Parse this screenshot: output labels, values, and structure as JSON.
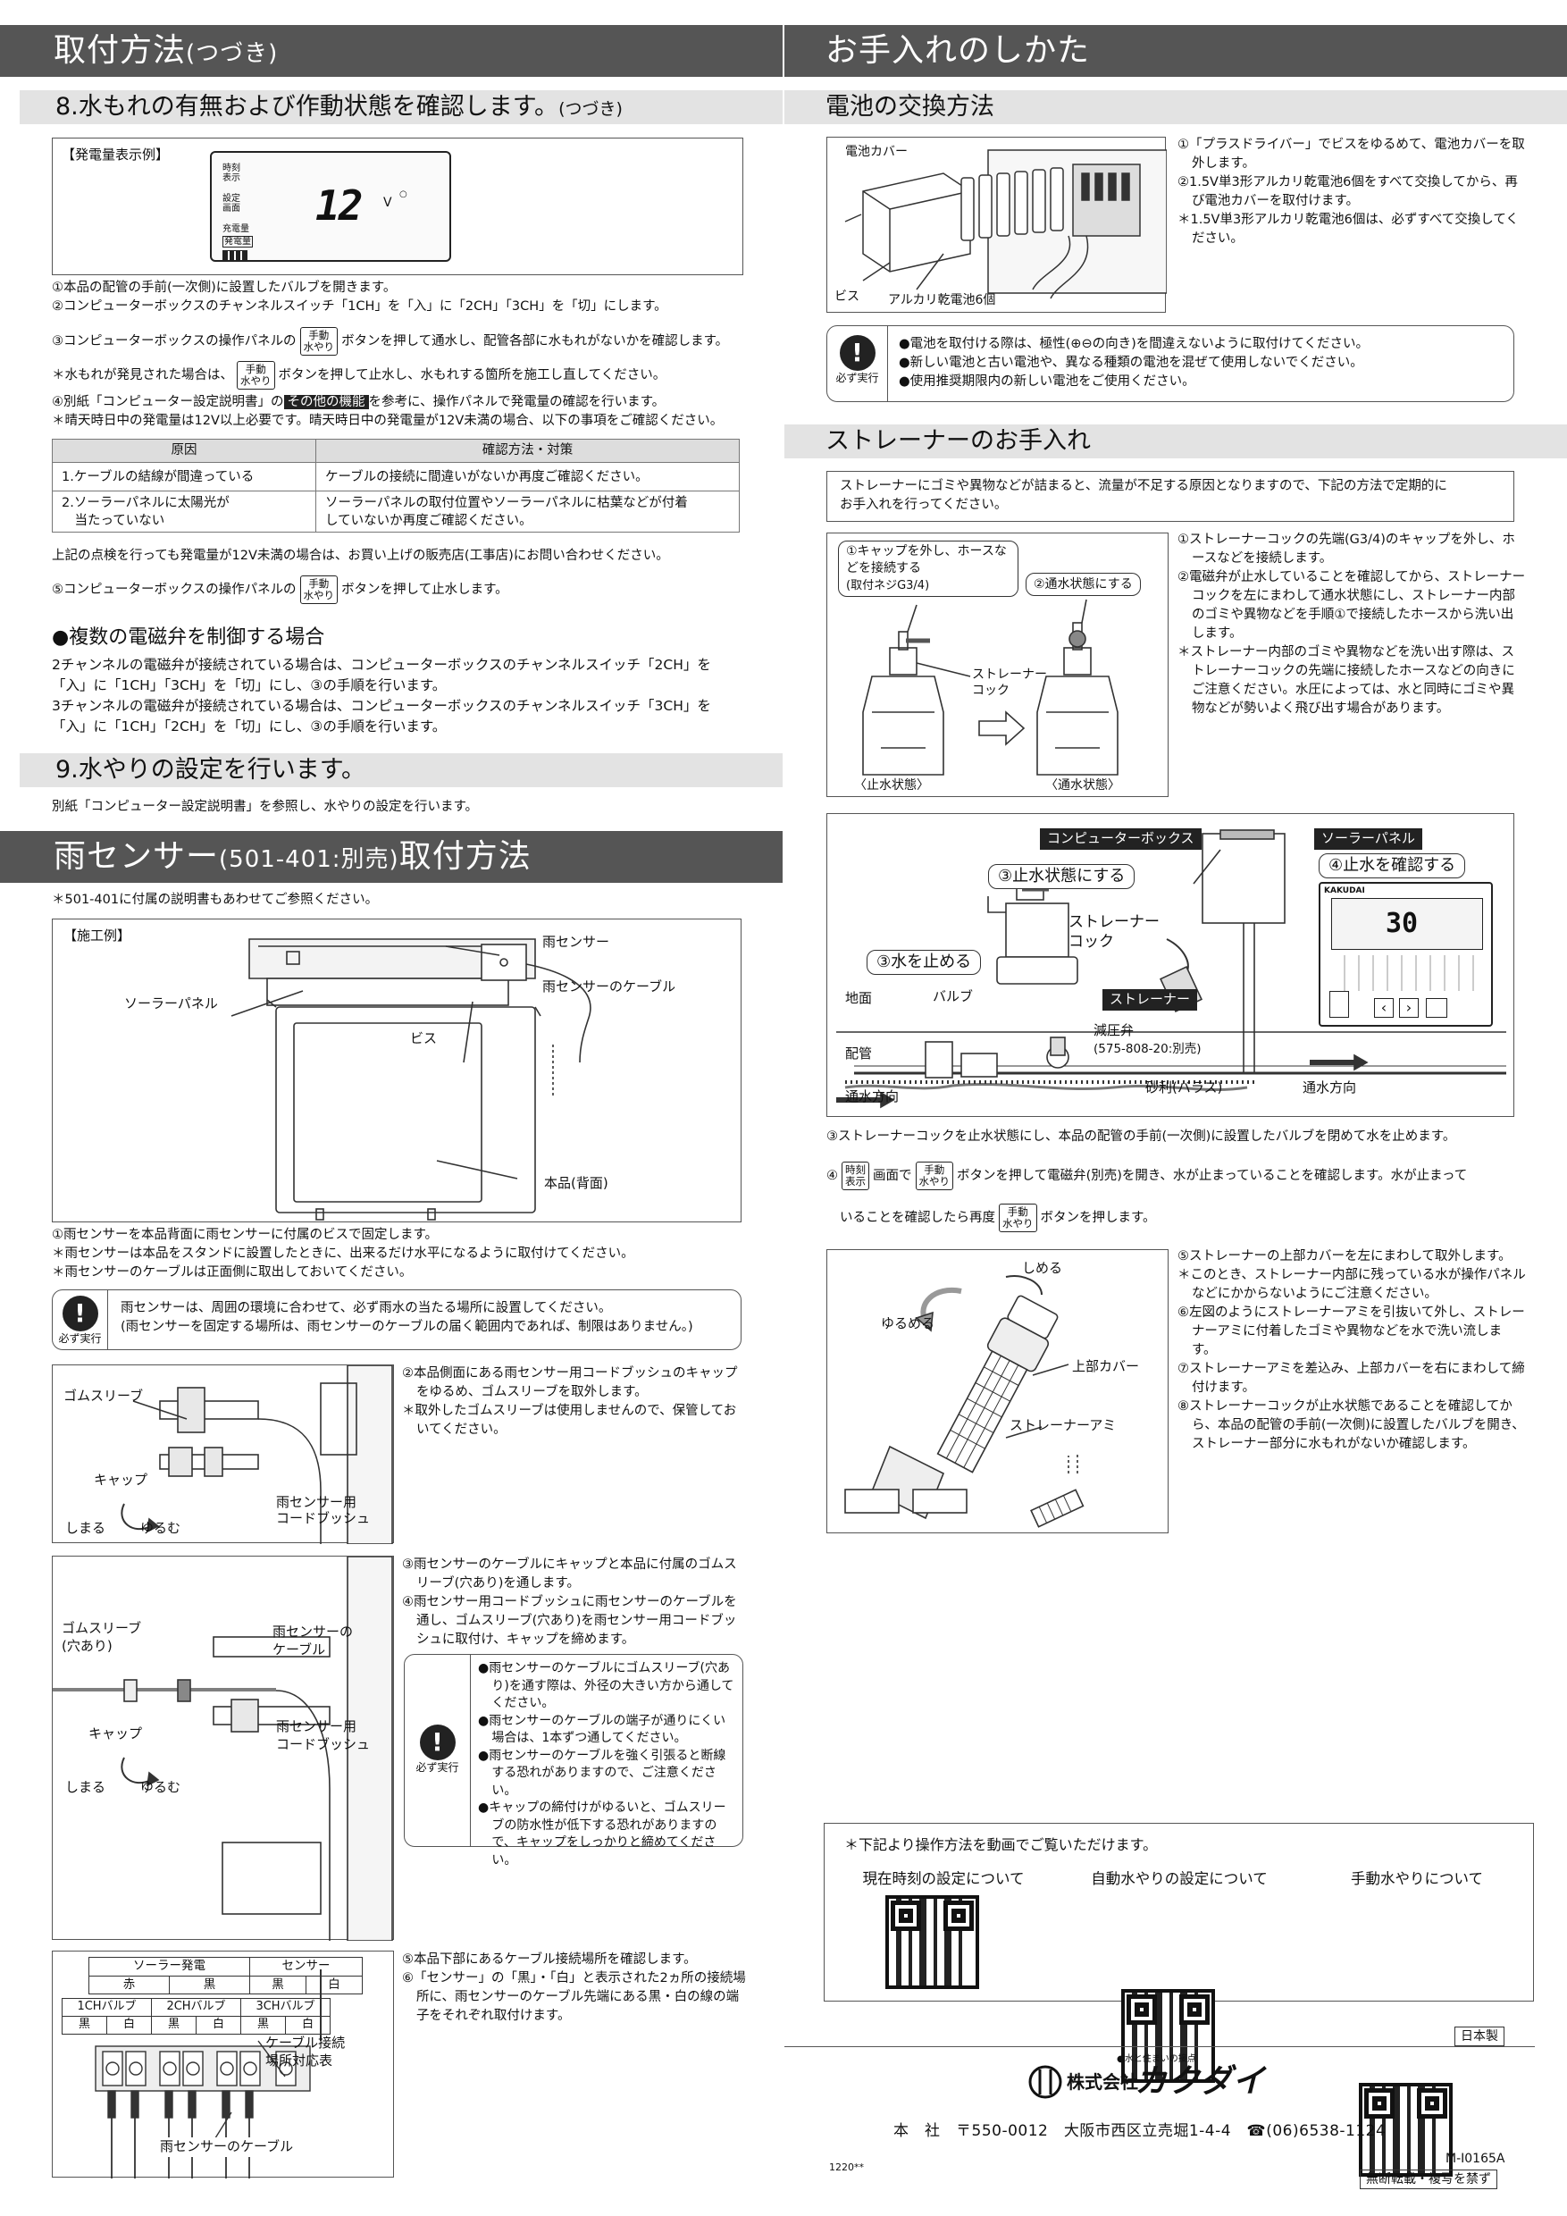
{
  "left": {
    "title": "取付方法",
    "title_sub": "(つづき)",
    "s8": {
      "heading": "8.水もれの有無および作動状態を確認します。",
      "heading_sub": "(つづき)",
      "example_label": "【発電量表示例】",
      "lcd": {
        "jikoku": "時刻",
        "hyouji": "表示",
        "settei": "設定",
        "gamen": "画面",
        "juuden": "充電量",
        "hatsuden": "発電量",
        "value": "12",
        "unit": "V"
      },
      "l1": "①本品の配管の手前(一次側)に設置したバルブを開きます。",
      "l2": "②コンピューターボックスのチャンネルスイッチ「1CH」を「入」に「2CH」「3CH」を「切」にします。",
      "l3a": "③コンピューターボックスの操作パネルの",
      "l3b": "ボタンを押して通水し、配管各部に水もれがないかを確認します。",
      "l4a": "＊水もれが発見された場合は、",
      "l4b": "ボタンを押して止水し、水もれする箇所を施工し直してください。",
      "l5a": "④別紙「コンピューター設定説明書」の",
      "l5hl": "その他の機能",
      "l5b": "を参考に、操作パネルで発電量の確認を行います。",
      "l6": "＊晴天時日中の発電量は12V以上必要です。晴天時日中の発電量が12V未満の場合、以下の事項をご確認ください。",
      "table": {
        "h1": "原因",
        "h2": "確認方法・対策",
        "r1c1": "1.ケーブルの結線が間違っている",
        "r1c2": "ケーブルの接続に間違いがないか再度ご確認ください。",
        "r2c1a": "2.ソーラーパネルに太陽光が",
        "r2c1b": "当たっていない",
        "r2c2a": "ソーラーパネルの取付位置やソーラーパネルに枯葉などが付着",
        "r2c2b": "していないか再度ご確認ください。"
      },
      "l7": "上記の点検を行っても発電量が12V未満の場合は、お買い上げの販売店(工事店)にお問い合わせください。",
      "l8a": "⑤コンピューターボックスの操作パネルの",
      "l8b": "ボタンを押して止水します。",
      "multi_heading": "●複数の電磁弁を制御する場合",
      "m1": "2チャンネルの電磁弁が接続されている場合は、コンピューターボックスのチャンネルスイッチ「2CH」を",
      "m2": "「入」に「1CH」「3CH」を「切」にし、③の手順を行います。",
      "m3": "3チャンネルの電磁弁が接続されている場合は、コンピューターボックスのチャンネルスイッチ「3CH」を",
      "m4": "「入」に「1CH」「2CH」を「切」にし、③の手順を行います。"
    },
    "s9": {
      "heading": "9.水やりの設定を行います。",
      "text": "別紙「コンピューター設定説明書」を参照し、水やりの設定を行います。"
    },
    "rain": {
      "title": "雨センサー",
      "title_sub": "(501-401:別売)",
      "title_end": "取付方法",
      "note": "＊501-401に付属の説明書もあわせてご参照ください。",
      "example_label": "【施工例】",
      "d_rain": "雨センサー",
      "d_cable": "雨センサーのケーブル",
      "d_solar": "ソーラーパネル",
      "d_screw": "ビス",
      "d_body": "本品(背面)",
      "i1": "①雨センサーを本品背面に雨センサーに付属のビスで固定します。",
      "i2": "＊雨センサーは本品をスタンドに設置したときに、出来るだけ水平になるように取付けてください。",
      "i3": "＊雨センサーのケーブルは正面側に取出しておいてください。",
      "warn_label": "必ず実行",
      "w1": "雨センサーは、周囲の環境に合わせて、必ず雨水の当たる場所に設置してください。",
      "w2": "(雨センサーを固定する場所は、雨センサーのケーブルの届く範囲内であれば、制限はありません。)",
      "fig2": {
        "gum": "ゴムスリーブ",
        "cap": "キャップ",
        "shimaru": "しまる",
        "yurumu": "ゆるむ",
        "bush1": "雨センサー用",
        "bush2": "コードブッシュ"
      },
      "s2": "②本品側面にある雨センサー用コードブッシュのキャップをゆるめ、ゴムスリーブを取外します。",
      "s2n": "＊取外したゴムスリーブは使用しませんので、保管しておいてください。",
      "fig3": {
        "gum1": "ゴムスリーブ",
        "gum2": "(穴あり)",
        "cable1": "雨センサーの",
        "cable2": "ケーブル",
        "bush1": "雨センサー用",
        "bush2": "コードブッシュ",
        "cap": "キャップ",
        "shimaru": "しまる",
        "yurumu": "ゆるむ"
      },
      "s3": "③雨センサーのケーブルにキャップと本品に付属のゴムスリーブ(穴あり)を通します。",
      "s4": "④雨センサー用コードブッシュに雨センサーのケーブルを通し、ゴムスリーブ(穴あり)を雨センサー用コードブッシュに取付け、キャップを締めます。",
      "warn2_label": "必ず実行",
      "w2_1": "●雨センサーのケーブルにゴムスリーブ(穴あり)を通す際は、外径の大きい方から通してください。",
      "w2_2": "●雨センサーのケーブルの端子が通りにくい場合は、1本ずつ通してください。",
      "w2_3": "●雨センサーのケーブルを強く引張ると断線する恐れがありますので、ご注意ください。",
      "w2_4": "●キャップの締付けがゆるいと、ゴムスリーブの防水性が低下する恐れがありますので、キャップをしっかりと締めてください。",
      "term": {
        "solar": "ソーラー発電",
        "sensor": "センサー",
        "aka": "赤",
        "kuro": "黒",
        "shiro": "白",
        "ch1": "1CHバルブ",
        "ch2": "2CHバルブ",
        "ch3": "3CHバルブ"
      },
      "term_lbl1": "ケーブル接続",
      "term_lbl2": "場所対応表",
      "term_cable": "雨センサーのケーブル",
      "s5": "⑤本品下部にあるケーブル接続場所を確認します。",
      "s6": "⑥「センサー」の「黒」・「白」と表示された2ヵ所の接続場所に、雨センサーのケーブル先端にある黒・白の線の端子をそれぞれ取付けます。"
    }
  },
  "right": {
    "title": "お手入れのしかた",
    "battery": {
      "heading": "電池の交換方法",
      "d_cover": "電池カバー",
      "d_screw": "ビス",
      "d_batt": "アルカリ乾電池6個",
      "b1": "①「プラスドライバー」でビスをゆるめて、電池カバーを取外します。",
      "b2": "②1.5V単3形アルカリ乾電池6個をすべて交換してから、再び電池カバーを取付けます。",
      "b3": "＊1.5V単3形アルカリ乾電池6個は、必ずすべて交換してください。",
      "warn_label": "必ず実行",
      "w1": "●電池を取付ける際は、極性(⊕⊖の向き)を間違えないように取付けてください。",
      "w2": "●新しい電池と古い電池や、異なる種類の電池を混ぜて使用しないでください。",
      "w3": "●使用推奨期限内の新しい電池をご使用ください。"
    },
    "strainer": {
      "heading": "ストレーナーのお手入れ",
      "intro1": "ストレーナーにゴミや異物などが詰まると、流量が不足する原因となりますので、下記の方法で定期的に",
      "intro2": "お手入れを行ってください。",
      "c1": "①キャップを外し、ホースなどを接続する",
      "c1b": "(取付ネジG3/4)",
      "c2": "②通水状態にする",
      "d_str": "ストレーナー",
      "d_cock": "コック",
      "d_stop": "〈止水状態〉",
      "d_flow": "〈通水状態〉",
      "t1": "①ストレーナーコックの先端(G3/4)のキャップを外し、ホースなどを接続します。",
      "t2": "②電磁弁が止水していることを確認してから、ストレーナーコックを左にまわして通水状態にし、ストレーナー内部のゴミや異物などを手順①で接続したホースから洗い出します。",
      "t3": "＊ストレーナー内部のゴミや異物などを洗い出す際は、ストレーナーコックの先端に接続したホースなどの向きにご注意ください。水圧によっては、水と同時にゴミや異物などが勢いよく飛び出す場合があります。",
      "sys": {
        "cbox": "コンピューターボックス",
        "solar": "ソーラーパネル",
        "stop": "③止水状態にする",
        "check": "④止水を確認する",
        "cock1": "ストレーナー",
        "cock2": "コック",
        "water": "③水を止める",
        "ground": "地面",
        "valve": "バルブ",
        "strainer": "ストレーナー",
        "pipe": "配管",
        "flow": "通水方向",
        "reducer": "減圧弁",
        "reducer_no": "(575-808-20:別売)",
        "gravel": "砂利(バラス)",
        "flow2": "通水方向",
        "brand": "KAKUDAI",
        "disp": "30"
      },
      "u3": "③ストレーナーコックを止水状態にし、本品の配管の手前(一次側)に設置したバルブを閉めて水を止めます。",
      "u4a": "④",
      "u4b": "画面で",
      "u4c": "ボタンを押して電磁弁(別売)を開き、水が止まっていることを確認します。水が止まって",
      "u4d": "いることを確認したら再度",
      "u4e": "ボタンを押します。",
      "f5": {
        "shimeru": "しめる",
        "yurumeru": "ゆるめる",
        "cover": "上部カバー",
        "net": "ストレーナーアミ"
      },
      "u5": "⑤ストレーナーの上部カバーを左にまわして取外します。",
      "u5n": "＊このとき、ストレーナー内部に残っている水が操作パネルなどにかからないようにご注意ください。",
      "u6": "⑥左図のようにストレーナーアミを引抜いて外し、ストレーナーアミに付着したゴミや異物などを水で洗い流します。",
      "u7": "⑦ストレーナーアミを差込み、上部カバーを右にまわして締付けます。",
      "u8": "⑧ストレーナーコックが止水状態であることを確認してから、本品の配管の手前(一次側)に設置したバルブを開き、ストレーナー部分に水もれがないか確認します。"
    },
    "video": {
      "note": "＊下記より操作方法を動画でご覧いただけます。",
      "q1": "現在時刻の設定について",
      "q2": "自動水やりの設定について",
      "q3": "手動水やりについて"
    },
    "footer": {
      "made": "日本製",
      "tagline": "●水と住まいの接点",
      "company": "株式会社",
      "brand": "カクダイ",
      "address": "本　社　〒550-0012　大阪市西区立売堀1-4-4　☎(06)6538-1124",
      "code": "M-I0165A",
      "date": "1220**",
      "notice": "無断転載・複写を禁ず"
    }
  },
  "keys": {
    "manual1": "手動",
    "manual2": "水やり",
    "time1": "時刻",
    "time2": "表示"
  }
}
